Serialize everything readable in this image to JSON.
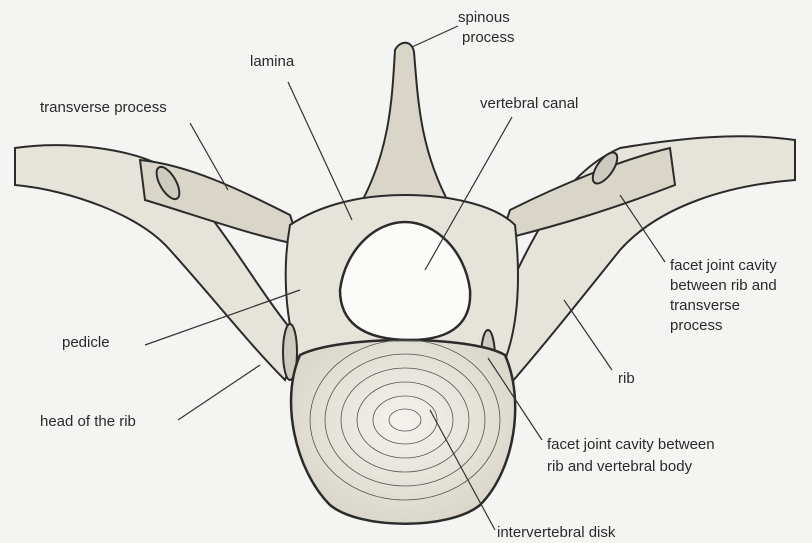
{
  "labels": {
    "spinous_process": [
      "spinous",
      "process"
    ],
    "lamina": "lamina",
    "transverse_process": "transverse process",
    "vertebral_canal": "vertebral canal",
    "facet_rib_transverse": [
      "facet joint cavity",
      "between rib and",
      "transverse",
      "process"
    ],
    "pedicle": "pedicle",
    "rib": "rib",
    "head_of_rib": "head of the rib",
    "facet_rib_vertebral": [
      "facet joint cavity between",
      "rib and vertebral body"
    ],
    "intervertebral_disk": "intervertebral disk"
  }
}
